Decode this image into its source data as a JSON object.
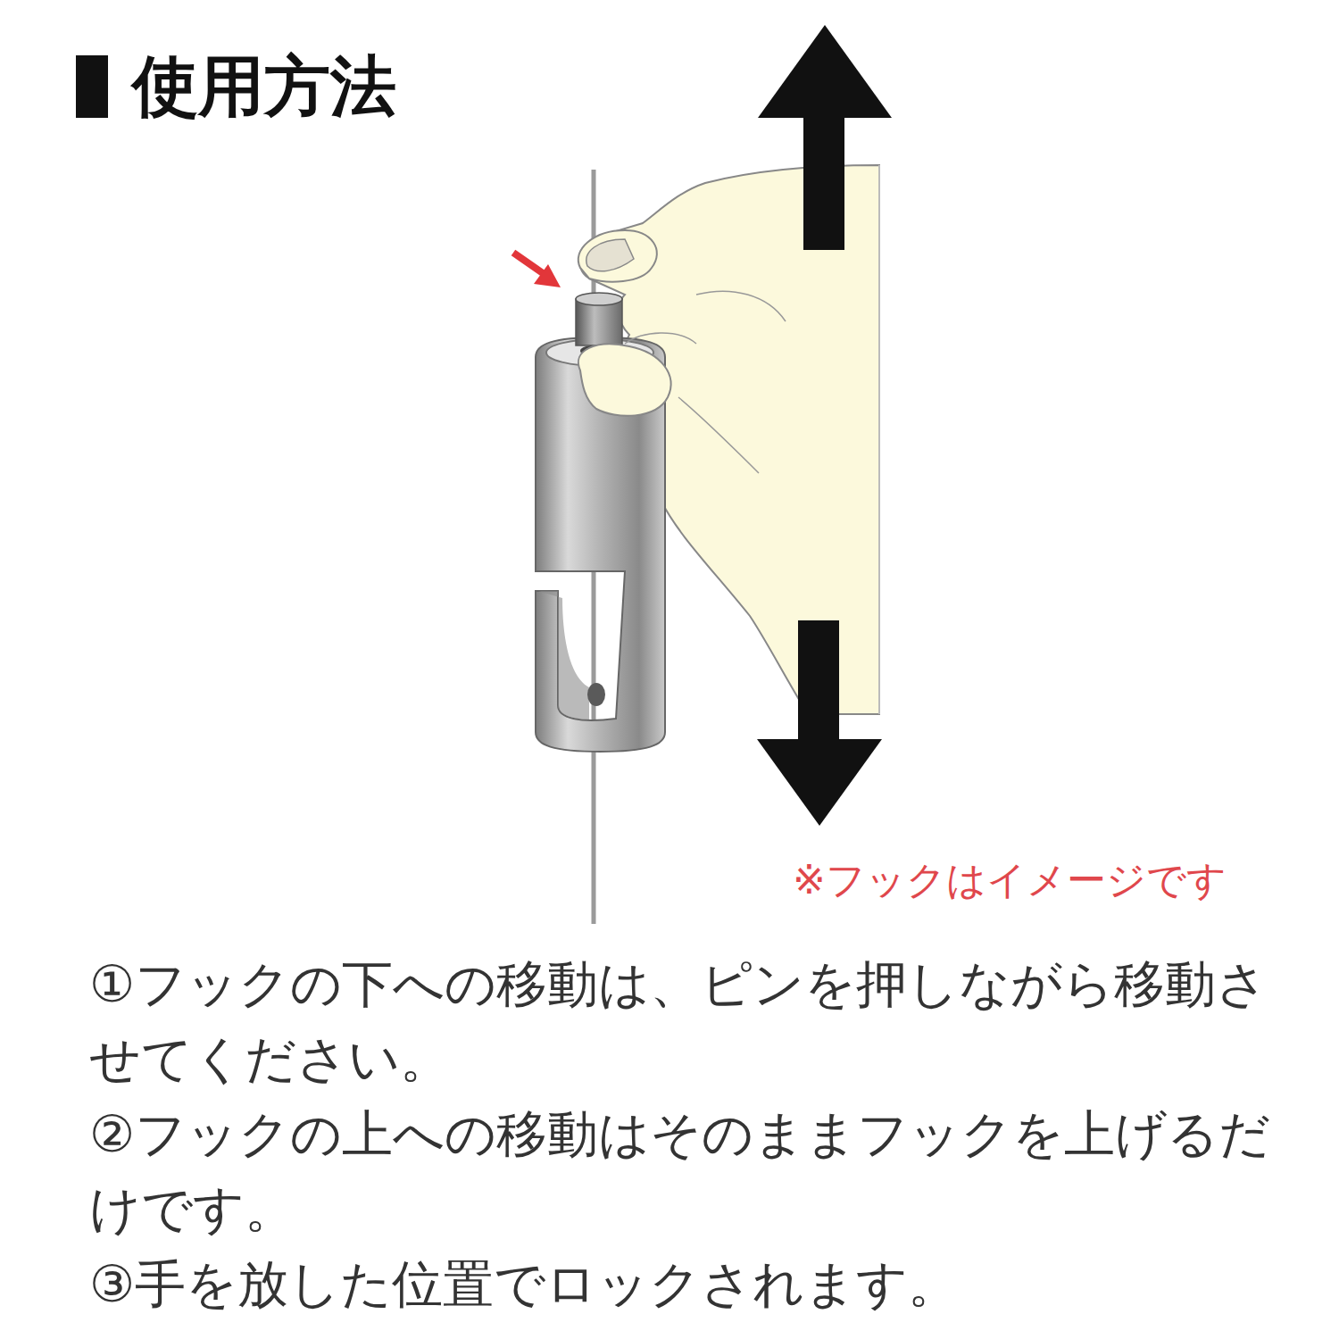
{
  "diagram": {
    "title": "使用方法",
    "labels": [
      "※フックはイメージです",
      "①フックの下への移動は、ピンを押しながら移動させてください。",
      "②フックの上への移動はそのままフックを上げるだけです。",
      "③手を放した位置でロックされます。"
    ]
  }
}
